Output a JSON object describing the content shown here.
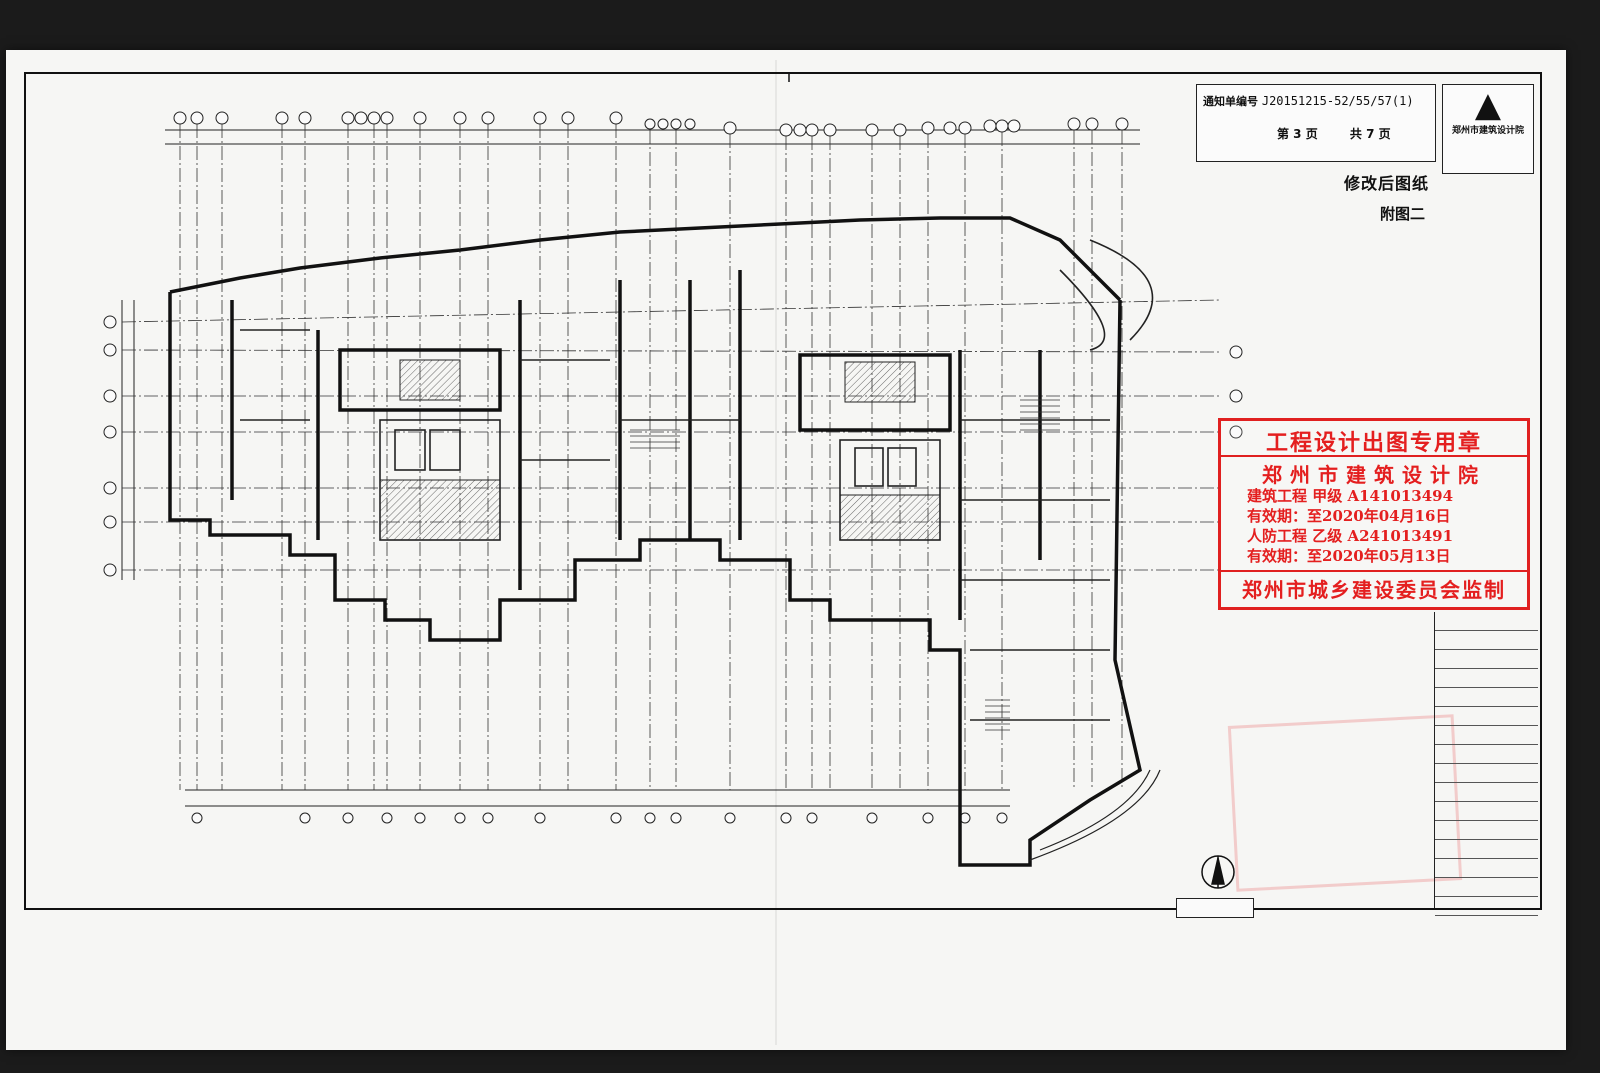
{
  "notice": {
    "label": "通知单编号",
    "number": "J20151215-52/55/57(1)"
  },
  "page_info": {
    "current": "第 3 页",
    "total": "共 7 页"
  },
  "logo": {
    "org_name": "郑州市建筑设计院"
  },
  "sheet": {
    "title": "修改后图纸",
    "subtitle": "附图二"
  },
  "stamp": {
    "title": "工程设计出图专用章",
    "org": "郑州市建筑设计院",
    "line1": "建筑工程  甲级   A141013494",
    "line2": "有效期：至2020年04月16日",
    "line3": "人防工程  乙级   A241013491",
    "line4": "有效期：至2020年05月13日",
    "footer": "郑州市城乡建设委员会监制"
  },
  "colors": {
    "stamp_red": "#e02020",
    "ink": "#111111",
    "paper": "#f6f6f4"
  }
}
